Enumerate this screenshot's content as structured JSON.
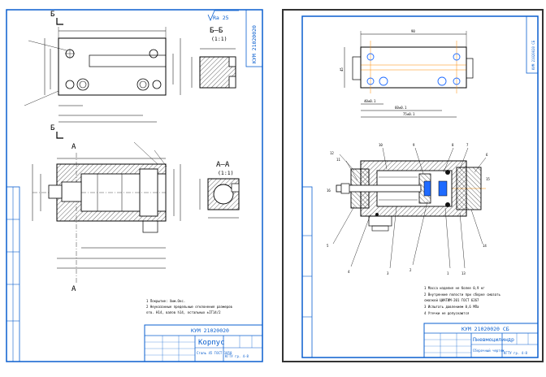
{
  "colors": {
    "frame": "#0a5fcf",
    "lines": "#000000",
    "hatch": "#000000",
    "accent_center": "#ff8a00",
    "accent_blue": "#1f6bff"
  },
  "left_sheet": {
    "corner_stamp": "КУМ 21020020",
    "section_bb": "Б–Б",
    "scale_bb": "(1:1)",
    "roughness": "Ra 25",
    "label_b_top": "Б",
    "label_b_mid": "Б",
    "label_a_top": "А",
    "label_a_bottom": "А",
    "section_aa": "А–А",
    "scale_aa": "(1:1)",
    "notes": [
      "1 Покрытие: Хим.Окс.",
      "2 Неуказанные предельные отклонения размеров",
      "  отв. H14, валов h14, остальных ±IT14/2"
    ],
    "title_block": {
      "doc_code": "КУМ 21020020",
      "part_name": "Корпус",
      "material": "Сталь 45 ГОСТ 1050",
      "org": "КГТУ гр. 4-8"
    }
  },
  "right_sheet": {
    "corner_stamp": "КУМ 21020020 СБ",
    "top_dim": "90",
    "side_dim": "45",
    "bottom_dims": [
      "40±0.1",
      "60±0.1",
      "75±0.1"
    ],
    "callouts": [
      "12",
      "11",
      "10",
      "9",
      "8",
      "7",
      "6",
      "5",
      "4",
      "3",
      "2",
      "1",
      "13",
      "14",
      "15",
      "16"
    ],
    "notes": [
      "1 Масса изделия не более 0,9 кг",
      "2 Внутренние полости при сборке смазать",
      "  смазкой ЦИАТИМ-201 ГОСТ 6267",
      "3 Испытать давлением 0,6 МПа",
      "4 Утечки не допускаются"
    ],
    "title_block": {
      "doc_code": "КУМ 21020020 СБ",
      "part_name": "Пневмоцилиндр",
      "subtitle": "Сборочный чертеж",
      "org": "КГТУ гр. 4-8"
    }
  }
}
